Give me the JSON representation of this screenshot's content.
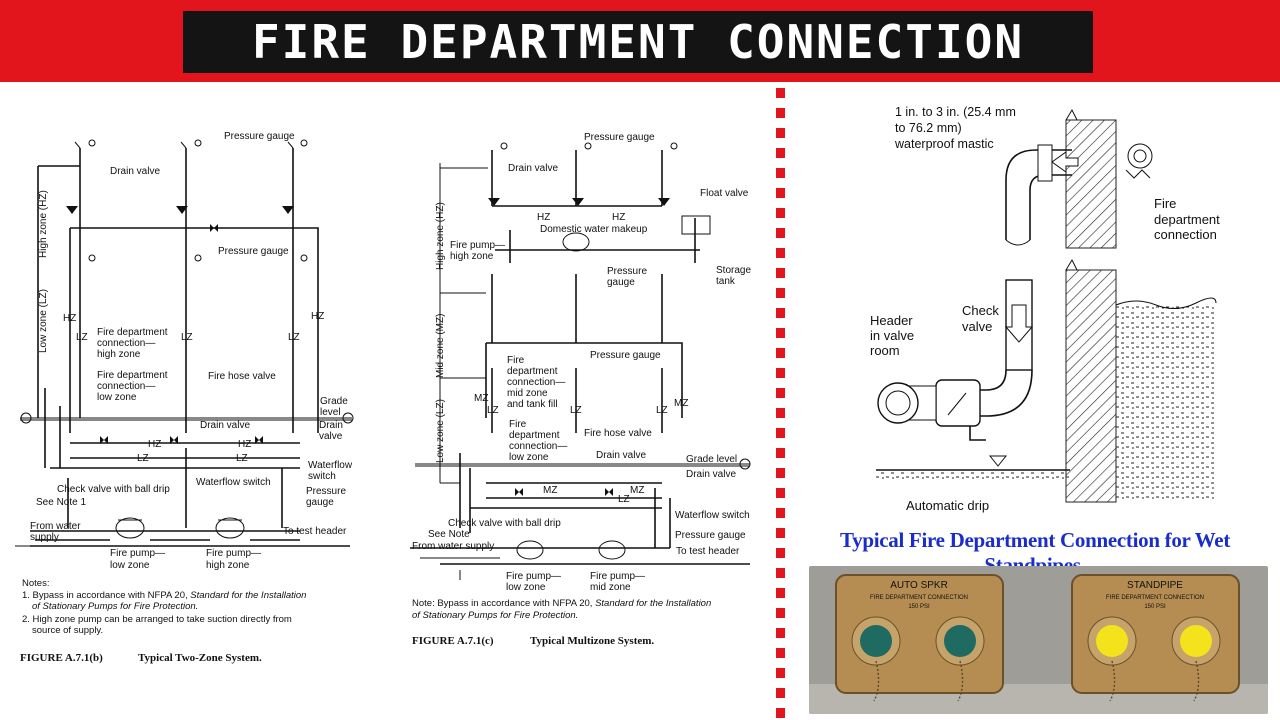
{
  "banner": {
    "title": "FIRE DEPARTMENT CONNECTION"
  },
  "fig_b": {
    "labels": {
      "pressure_gauge_top": "Pressure gauge",
      "drain_valve_top": "Drain valve",
      "high_zone": "High zone (HZ)",
      "low_zone": "Low zone (LZ)",
      "pressure_gauge_mid": "Pressure gauge",
      "hz_left": "HZ",
      "hz_right": "HZ",
      "lz_left": "LZ",
      "lz_mid": "LZ",
      "lz_right": "LZ",
      "fdc_high_1": "Fire department",
      "fdc_high_2": "connection—",
      "fdc_high_3": "high zone",
      "fdc_low_1": "Fire department",
      "fdc_low_2": "connection—",
      "fdc_low_3": "low zone",
      "fire_hose_valve": "Fire hose valve",
      "grade_level_1": "Grade",
      "grade_level_2": "level",
      "drain_valve_bottom": "Drain valve",
      "drain_valve_right_1": "Drain",
      "drain_valve_right_2": "valve",
      "hz_header_1": "HZ",
      "hz_header_2": "HZ",
      "lz_header_1": "LZ",
      "lz_header_2": "LZ",
      "waterflow_switch_1": "Waterflow switch",
      "waterflow_switch_2a": "Waterflow",
      "waterflow_switch_2b": "switch",
      "check_valve": "Check valve with ball drip",
      "pressure_gauge_bottom_1": "Pressure",
      "pressure_gauge_bottom_2": "gauge",
      "see_note": "See Note 1",
      "from_water_1": "From water",
      "from_water_2": "supply",
      "to_test_header": "To test header",
      "pump_low_1": "Fire pump—",
      "pump_low_2": "low zone",
      "pump_high_1": "Fire pump—",
      "pump_high_2": "high zone"
    },
    "notes_title": "Notes:",
    "note1_a": "1. Bypass in accordance with NFPA 20, ",
    "note1_b": "Standard for the Installation",
    "note1_c": "of Stationary Pumps for Fire Protection.",
    "note2_a": "2. High zone pump can be arranged to take suction directly from",
    "note2_b": "source of supply.",
    "caption_num": "FIGURE  A.7.1(b)",
    "caption_title": "Typical Two-Zone System."
  },
  "fig_c": {
    "labels": {
      "pressure_gauge_top": "Pressure gauge",
      "drain_valve_top": "Drain valve",
      "float_valve": "Float valve",
      "high_zone": "High zone (HZ)",
      "mid_zone": "Mid zone (MZ)",
      "low_zone": "Low zone (LZ)",
      "hz_1": "HZ",
      "hz_2": "HZ",
      "domestic": "Domestic water makeup",
      "fire_pump_high_1": "Fire pump—",
      "fire_pump_high_2": "high zone",
      "pressure_gauge_2a": "Pressure",
      "pressure_gauge_2b": "gauge",
      "storage_1": "Storage",
      "storage_2": "tank",
      "pressure_gauge_3": "Pressure gauge",
      "fdc_mid_1": "Fire",
      "fdc_mid_2": "department",
      "fdc_mid_3": "connection—",
      "fdc_mid_4": "mid zone",
      "fdc_mid_5": "and tank fill",
      "mz_left": "MZ",
      "lz_left": "LZ",
      "lz_mid": "LZ",
      "lz_right": "LZ",
      "mz_right": "MZ",
      "fdc_low_1": "Fire",
      "fdc_low_2": "department",
      "fdc_low_3": "connection—",
      "fdc_low_4": "low zone",
      "fire_hose_valve": "Fire hose valve",
      "drain_valve_mid": "Drain valve",
      "grade_level": "Grade level",
      "drain_valve_right": "Drain valve",
      "mz_header_1": "MZ",
      "mz_header_2": "MZ",
      "lz_header": "LZ",
      "waterflow_switch": "Waterflow switch",
      "check_valve": "Check valve with ball drip",
      "see_note": "See Note",
      "from_water": "From water supply",
      "pressure_gauge_bottom": "Pressure gauge",
      "to_test_header": "To test header",
      "pump_low_1": "Fire pump—",
      "pump_low_2": "low zone",
      "pump_mid_1": "Fire pump—",
      "pump_mid_2": "mid zone"
    },
    "note_a": "Note: Bypass in accordance with NFPA 20, ",
    "note_b": "Standard for the Installation",
    "note_c": "of Stationary Pumps for Fire Protection.",
    "caption_num": "FIGURE  A.7.1(c)",
    "caption_title": "Typical Multizone System."
  },
  "wall_detail": {
    "mastic_1": "1 in. to 3 in. (25.4 mm",
    "mastic_2": "to 76.2 mm)",
    "mastic_3": "waterproof mastic",
    "fdc_1": "Fire",
    "fdc_2": "department",
    "fdc_3": "connection",
    "header_1": "Header",
    "header_2": "in valve",
    "header_3": "room",
    "check_1": "Check",
    "check_2": "valve",
    "auto_drip": "Automatic drip"
  },
  "right_caption": "Typical Fire Department Connection for Wet Standpipes.",
  "photo": {
    "plate_left_title": "AUTO   SPKR",
    "plate_left_sub": "FIRE DEPARTMENT CONNECTION",
    "plate_left_pressure": "150 PSI",
    "plate_right_title": "STANDPIPE",
    "plate_right_sub": "FIRE DEPARTMENT CONNECTION",
    "plate_right_pressure": "150 PSI",
    "cap_left_color": "#1f6b62",
    "cap_right_color": "#f3e21c",
    "plate_color": "#b58d52"
  },
  "colors": {
    "banner_red": "#e3151c",
    "banner_black": "#141414",
    "caption_blue": "#1a2dcc"
  }
}
